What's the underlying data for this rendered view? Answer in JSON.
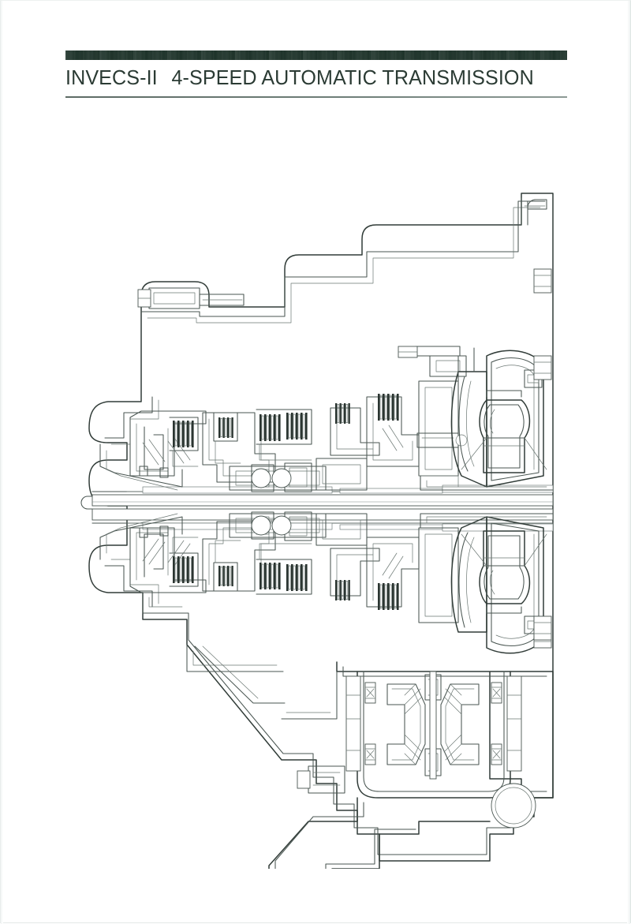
{
  "document": {
    "type": "technical-illustration-page",
    "background_color": "#ffffff"
  },
  "header": {
    "bar_color": "#1d3229",
    "rule_color": "#70807a",
    "title_color": "#2b3b34",
    "title_part_1": "INVECS-II",
    "title_part_2": "4-SPEED AUTOMATIC TRANSMISSION",
    "title_full": "INVECS-II   4-SPEED AUTOMATIC TRANSMISSION"
  },
  "figure": {
    "caption": "",
    "subject": "automatic transmission cross-section",
    "line_color": "#2f3a36",
    "thin_line_color": "#6e7a76",
    "fill_color": "#ffffff",
    "components": [
      {
        "name": "torque-converter",
        "label": ""
      },
      {
        "name": "transmission-case",
        "label": ""
      },
      {
        "name": "clutch-pack-front",
        "label": ""
      },
      {
        "name": "clutch-pack-rear",
        "label": ""
      },
      {
        "name": "planetary-gear-set",
        "label": ""
      },
      {
        "name": "input-shaft",
        "label": ""
      },
      {
        "name": "output-shaft",
        "label": ""
      },
      {
        "name": "differential-assembly",
        "label": ""
      },
      {
        "name": "bell-housing",
        "label": ""
      },
      {
        "name": "oil-pump",
        "label": ""
      },
      {
        "name": "valve-body",
        "label": ""
      },
      {
        "name": "final-drive-gear",
        "label": ""
      }
    ]
  }
}
